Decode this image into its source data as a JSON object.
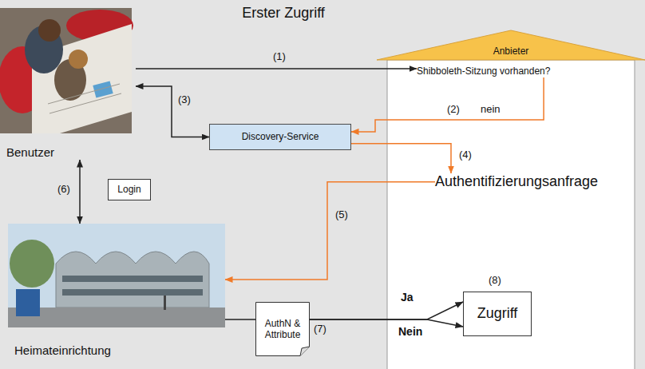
{
  "diagram": {
    "title": "Erster Zugriff",
    "nodes": [
      {
        "text": [
          "Benutzer"
        ]
      },
      {
        "text": [
          "Anbieter"
        ]
      },
      {
        "text": [
          "Shibboleth-Sitzung vorhanden?"
        ],
        "in": 1
      },
      {
        "text": [
          "Discovery-Service"
        ]
      },
      {
        "text": [
          "Authentifizierungsanfrage"
        ],
        "in": 1
      },
      {
        "text": [
          "Login"
        ]
      },
      {
        "text": [
          "Heimateinrichtung"
        ]
      },
      {
        "text": [
          "AuthN & Attribute"
        ]
      },
      {
        "text": [
          "Zugriff"
        ],
        "in": 1
      }
    ],
    "edges": [
      {
        "from": 0,
        "to": 2,
        "arrow": "to",
        "label": "(1)"
      },
      {
        "from": 2,
        "to": 3,
        "arrow": "to",
        "label": "nein"
      },
      {
        "from": 0,
        "to": 3,
        "arrow": "both",
        "label": "(3)"
      },
      {
        "from": 3,
        "to": 4,
        "arrow": "to",
        "label": "(4)"
      },
      {
        "from": 4,
        "to": 6,
        "arrow": "to",
        "label": "(5)"
      },
      {
        "from": 0,
        "to": 6,
        "arrow": "both",
        "label": "(6)"
      },
      {
        "from": 6,
        "to": 7,
        "arrow": "none"
      },
      {
        "from": 7,
        "to": 8,
        "arrow": "to",
        "label": "Ja"
      },
      {
        "from": 7,
        "to": 8,
        "arrow": "to",
        "label": "Nein"
      }
    ],
    "labels": [
      "(2)",
      "(7)",
      "(8)"
    ]
  }
}
